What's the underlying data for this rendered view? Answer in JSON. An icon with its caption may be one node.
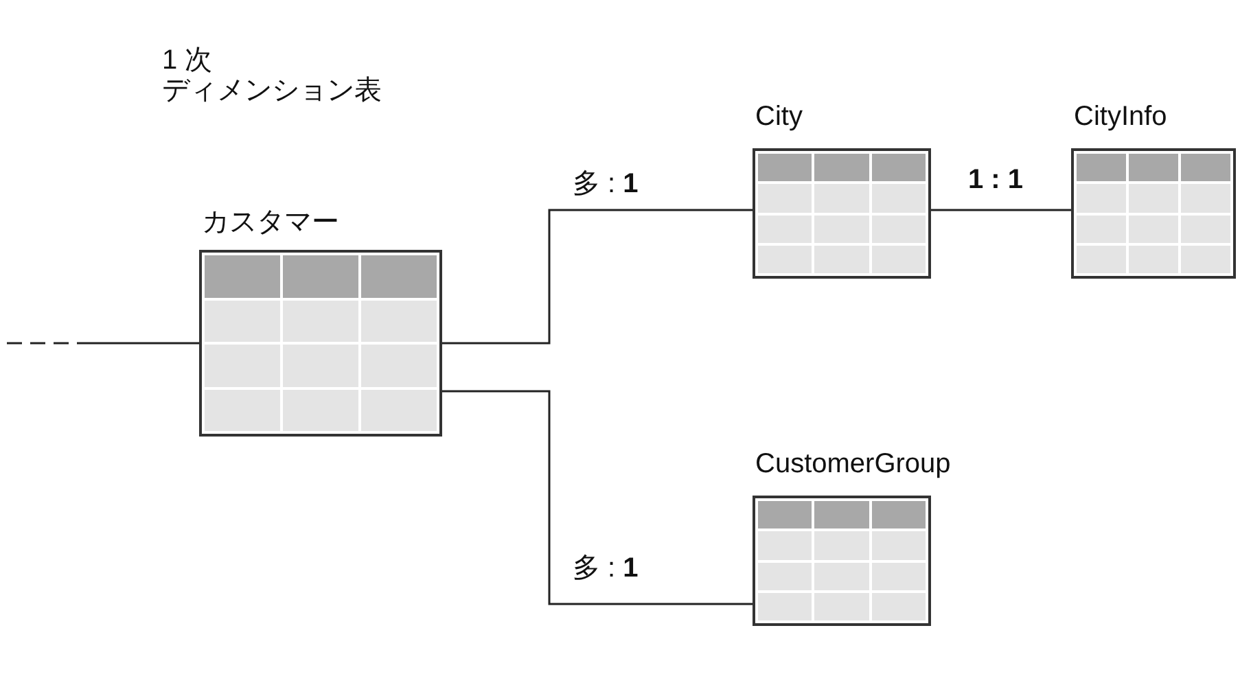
{
  "diagram": {
    "nodes": [
      {
        "text": [
          "カスタマー"
        ]
      },
      {
        "text": [
          "City"
        ]
      },
      {
        "text": [
          "CityInfo"
        ]
      },
      {
        "text": [
          "CustomerGroup"
        ]
      }
    ],
    "edges": [
      {
        "from": null,
        "to": 0,
        "arrow": "none",
        "style": "dashed"
      },
      {
        "from": 0,
        "to": 1,
        "arrow": "none",
        "label": "多 : **1**"
      },
      {
        "from": 1,
        "to": 2,
        "arrow": "none",
        "label": "**1 : 1**"
      },
      {
        "from": 0,
        "to": 3,
        "arrow": "none",
        "label": "多 : **1**"
      }
    ],
    "labels": [
      "1 次",
      "ディメンション表"
    ]
  }
}
